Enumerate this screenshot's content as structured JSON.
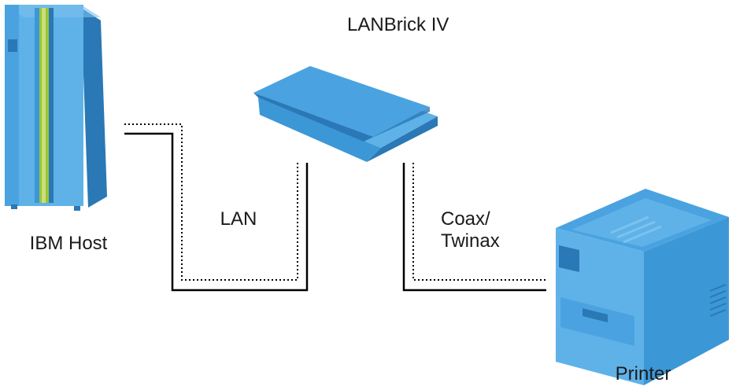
{
  "labels": {
    "device": "LANBrick IV",
    "host": "IBM Host",
    "lan": "LAN",
    "coax_line1": "Coax/",
    "coax_line2": "Twinax",
    "printer": "Printer"
  },
  "colors": {
    "device_blue": "#3c97d6",
    "device_light": "#5fb2e8",
    "device_dark": "#2a78b5",
    "accent_green": "#9bc43a",
    "line": "#000000"
  },
  "icons": [
    "server-icon",
    "lanbrick-device-icon",
    "printer-icon"
  ]
}
